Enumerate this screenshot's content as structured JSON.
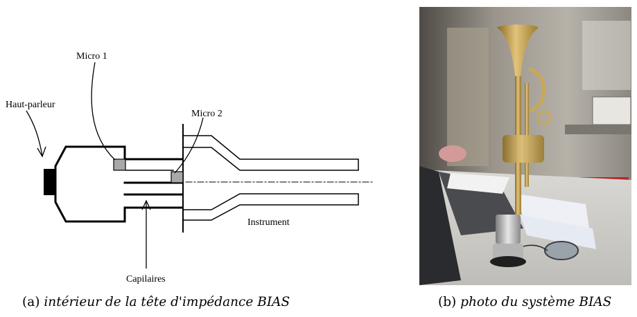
{
  "diagram": {
    "labels": {
      "micro1": "Micro 1",
      "micro2": "Micro 2",
      "haut_parleur": "Haut-parleur",
      "capilaires": "Capilaires",
      "instrument": "Instrument"
    }
  },
  "captions": {
    "a": {
      "prefix": "(a) ",
      "text": "intérieur de la tête d'impédance BIAS"
    },
    "b": {
      "prefix": "(b) ",
      "text": "photo du système BIAS"
    }
  }
}
